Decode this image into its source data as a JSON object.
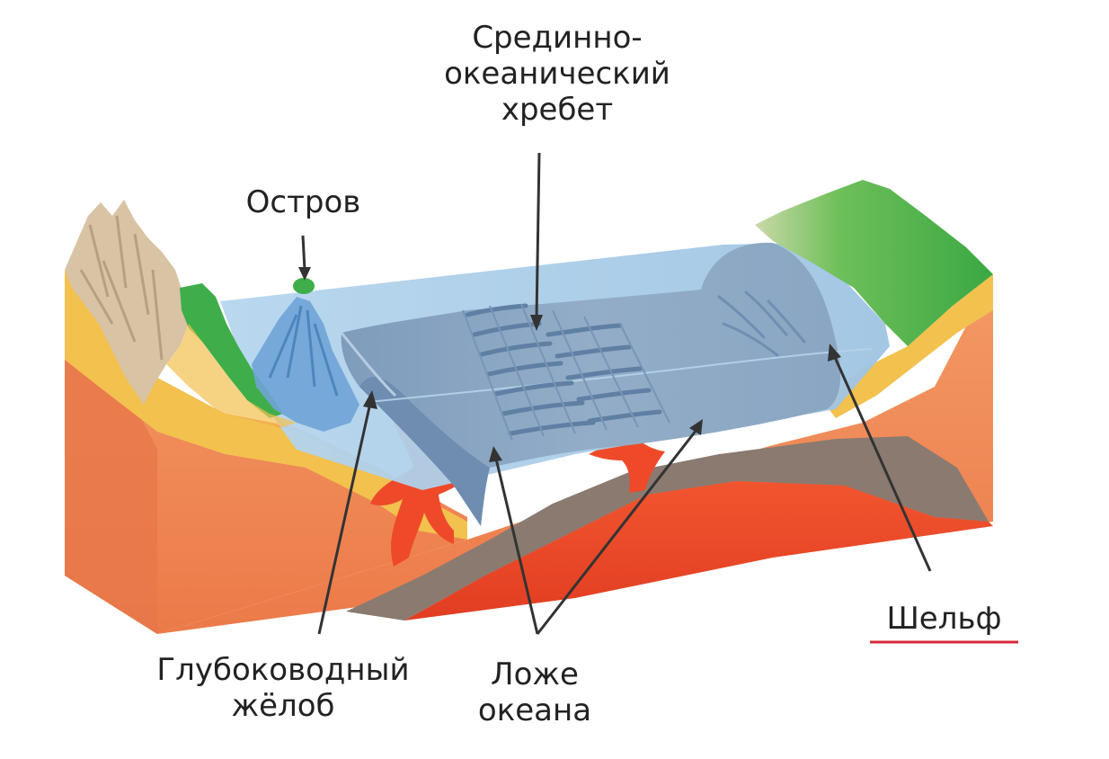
{
  "labels": {
    "ridge": [
      "Срединно-",
      "океанический",
      "хребет"
    ],
    "island": "Остров",
    "trench": [
      "Глубоководный",
      "жёлоб"
    ],
    "floor": [
      "Ложе",
      "океана"
    ],
    "shelf": "Шельф"
  },
  "colors": {
    "water": "#a9cce6",
    "seafloor": "#8ea8c4",
    "crust": "#8b7a70",
    "mantle": "#f08a5a",
    "magma": "#ee4a2a",
    "sediment": "#f2c14e",
    "land": "#3fae4a",
    "mountain": "#d8c3a5",
    "shelf_underline": "#d6283a"
  }
}
